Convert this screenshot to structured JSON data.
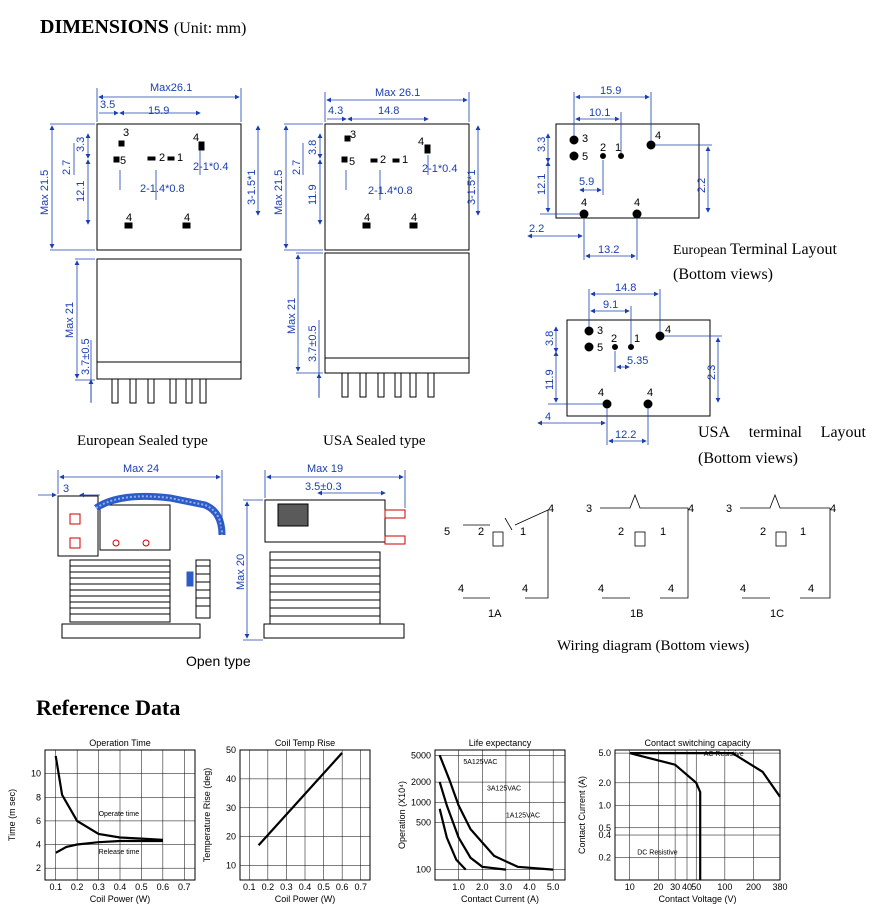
{
  "header": {
    "title": "DIMENSIONS",
    "unit": "(Unit: mm)"
  },
  "section": {
    "title": "Reference Data"
  },
  "captions": {
    "euro_sealed": "European Sealed type",
    "usa_sealed": "USA Sealed type",
    "open_type": "Open type",
    "wiring": "Wiring diagram (Bottom views)",
    "euro_layout_a": "European ",
    "euro_layout_b": "Terminal Layout",
    "euro_layout_c": "(Bottom views)",
    "usa_layout_a": "USA",
    "usa_layout_b": "terminal",
    "usa_layout_c": "Layout",
    "usa_layout_d": "(Bottom views)"
  },
  "euro_top": {
    "max_w": "Max26.1",
    "d35": "3.5",
    "d159": "15.9",
    "d33": "3.3",
    "d27": "2.7",
    "d121": "12.1",
    "h": "Max 21.5",
    "d214": "2-1.4*0.8",
    "d2104": "2-1*0.4",
    "d315": "3-1.5*1"
  },
  "usa_top": {
    "max_w": "Max 26.1",
    "d43": "4.3",
    "d148": "14.8",
    "d38": "3.8",
    "d27": "2.7",
    "d119": "11.9",
    "h": "Max 21.5",
    "d214": "2-1.4*0.8",
    "d2104": "2-1*0.4",
    "d315": "3-1.5*1"
  },
  "side": {
    "h": "Max 21",
    "d37": "3.7±0.5"
  },
  "euro_layout": {
    "d159": "15.9",
    "d101": "10.1",
    "d33": "3.3",
    "d121": "12.1",
    "d59": "5.9",
    "d22r": "2.2",
    "d22l": "2.2",
    "d132": "13.2"
  },
  "usa_layout": {
    "d148": "14.8",
    "d91": "9.1",
    "d38": "3.8",
    "d119": "11.9",
    "d535": "5.35",
    "d23": "2.3",
    "d4": "4",
    "d122": "12.2"
  },
  "open": {
    "max24": "Max 24",
    "d3": "3",
    "max19": "Max 19",
    "d35": "3.5±0.3",
    "max20": "Max 20"
  },
  "pins": {
    "p1": "1",
    "p2": "2",
    "p3": "3",
    "p4": "4",
    "p5": "5"
  },
  "wiring": {
    "a": "1A",
    "b": "1B",
    "c": "1C"
  },
  "chart_data": [
    {
      "type": "line",
      "title": "Operation Time",
      "xlabel": "Coil Power (W)",
      "ylabel": "Time (m sec)",
      "x_ticks": [
        "0.1",
        "0.2",
        "0.3",
        "0.4",
        "0.5",
        "0.6",
        "0.7"
      ],
      "y_ticks": [
        "2",
        "4",
        "6",
        "8",
        "10"
      ],
      "xlim": [
        0.05,
        0.75
      ],
      "ylim": [
        1,
        12
      ],
      "series": [
        {
          "name": "Operate time",
          "x": [
            0.1,
            0.13,
            0.2,
            0.3,
            0.4,
            0.5,
            0.6
          ],
          "y": [
            11.5,
            8.2,
            6.0,
            4.9,
            4.6,
            4.5,
            4.4
          ]
        },
        {
          "name": "Release time",
          "x": [
            0.1,
            0.15,
            0.2,
            0.3,
            0.4,
            0.5,
            0.6
          ],
          "y": [
            3.3,
            3.8,
            4.0,
            4.2,
            4.3,
            4.3,
            4.3
          ]
        }
      ]
    },
    {
      "type": "line",
      "title": "Coil Temp Rise",
      "xlabel": "Coil Power (W)",
      "ylabel": "Temperature Rise (deg)",
      "x_ticks": [
        "0.1",
        "0.2",
        "0.3",
        "0.4",
        "0.5",
        "0.6",
        "0.7"
      ],
      "y_ticks": [
        "10",
        "20",
        "30",
        "40",
        "50"
      ],
      "xlim": [
        0.05,
        0.75
      ],
      "ylim": [
        5,
        50
      ],
      "series": [
        {
          "name": "",
          "x": [
            0.15,
            0.6
          ],
          "y": [
            17,
            49
          ]
        }
      ]
    },
    {
      "type": "line",
      "title": "Life expectancy",
      "xlabel": "Contact Current (A)",
      "ylabel": "Operation (X10⁴)",
      "x_ticks": [
        "1.0",
        "2.0",
        "3.0",
        "4.0",
        "5.0"
      ],
      "y_ticks": [
        "100",
        "500",
        "1000",
        "2000",
        "5000"
      ],
      "ylim": [
        70,
        6000
      ],
      "series": [
        {
          "name": "5A125VAC",
          "x": [
            0.2,
            0.6,
            1.0,
            1.5,
            2.5,
            3.5,
            5.0
          ],
          "y": [
            5000,
            2200,
            900,
            400,
            160,
            110,
            100
          ]
        },
        {
          "name": "3A125VAC",
          "x": [
            0.2,
            0.5,
            1.0,
            1.5,
            2.0,
            3.0
          ],
          "y": [
            2000,
            900,
            300,
            150,
            110,
            100
          ]
        },
        {
          "name": "1A125VAC",
          "x": [
            0.2,
            0.5,
            0.9,
            1.3
          ],
          "y": [
            800,
            300,
            140,
            100
          ]
        }
      ]
    },
    {
      "type": "line",
      "title": "Contact switching capacity",
      "xlabel": "Contact Voltage (V)",
      "ylabel": "Contact Current (A)",
      "x_ticks": [
        "10",
        "20",
        "30",
        "40",
        "50",
        "100",
        "200",
        "380"
      ],
      "y_ticks": [
        "0.2",
        "0.4",
        "0.5",
        "1.0",
        "2.0",
        "5.0"
      ],
      "xlim": [
        7,
        380
      ],
      "ylim": [
        0.1,
        5.5
      ],
      "annotations": [
        "AC Resistive",
        "DC Resistive"
      ],
      "series": [
        {
          "name": "AC Resistive",
          "x": [
            10,
            120,
            250,
            380
          ],
          "y": [
            5.0,
            5.0,
            2.8,
            1.3
          ]
        },
        {
          "name": "DC Resistive",
          "x": [
            10,
            30,
            50,
            55,
            55
          ],
          "y": [
            5.0,
            3.5,
            2.0,
            1.5,
            0.1
          ]
        }
      ]
    }
  ]
}
